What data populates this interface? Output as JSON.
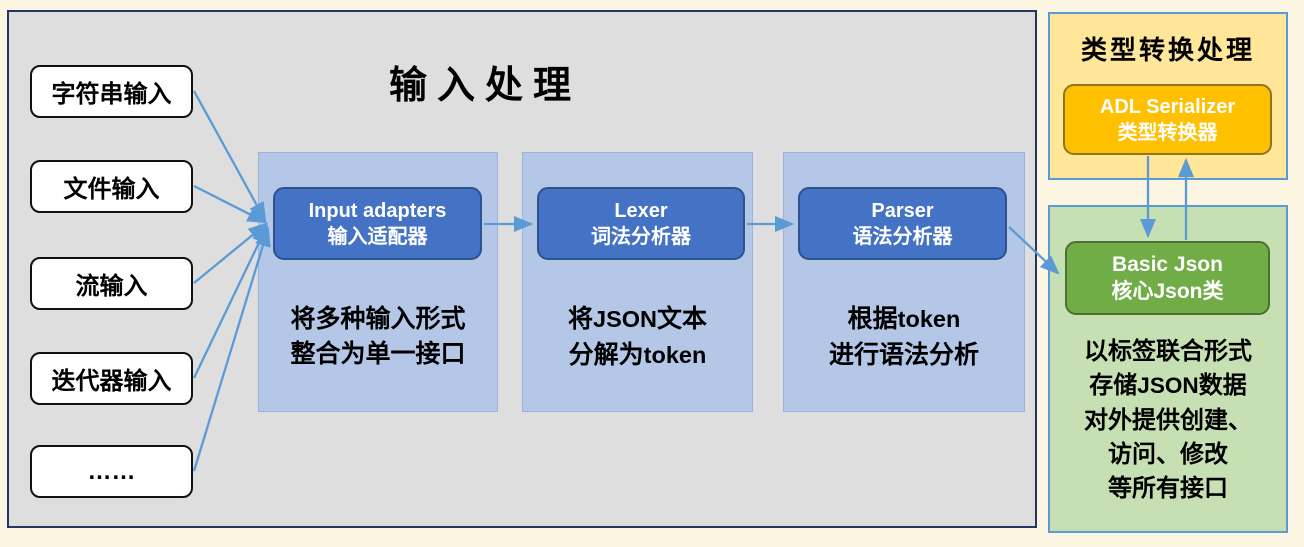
{
  "main": {
    "title": "输入处理",
    "sources": [
      {
        "label": "字符串输入"
      },
      {
        "label": "文件输入"
      },
      {
        "label": "流输入"
      },
      {
        "label": "迭代器输入"
      },
      {
        "label": "……"
      }
    ],
    "stages": [
      {
        "box_label": "Input adapters\n输入适配器",
        "description": "将多种输入形式\n整合为单一接口"
      },
      {
        "box_label": "Lexer\n词法分析器",
        "description": "将JSON文本\n分解为token"
      },
      {
        "box_label": "Parser\n语法分析器",
        "description": "根据token\n进行语法分析"
      }
    ]
  },
  "type_conversion": {
    "title": "类型转换处理",
    "box_label": "ADL Serializer\n类型转换器"
  },
  "core_json": {
    "box_label": "Basic Json\n核心Json类",
    "description": "以标签联合形式\n存储JSON数据\n对外提供创建、\n访问、修改\n等所有接口"
  },
  "colors": {
    "canvas_background": "#FCF5E2",
    "main_panel_fill": "#DEDEDE",
    "main_panel_border": "#24365F",
    "stage_panel_fill": "#B4C7E7",
    "stage_box_fill": "#4472C4",
    "stage_box_border": "#2F528F",
    "arrow": "#5B9BD5",
    "type_panel_fill": "#FFE699",
    "adl_box_fill": "#FFC000",
    "core_panel_fill": "#C6E0B4",
    "basic_json_box_fill": "#70AD47"
  }
}
